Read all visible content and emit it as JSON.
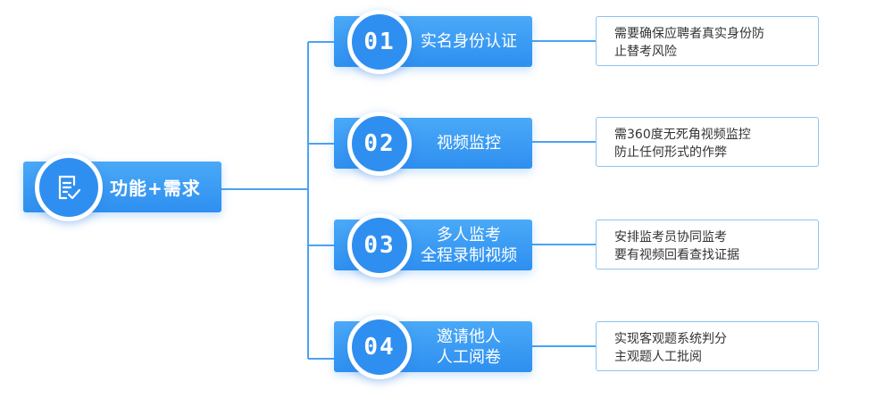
{
  "root": {
    "label": "功能+需求",
    "icon": "document-check-icon"
  },
  "colors": {
    "primary": "#2f8ff0",
    "primary_light": "#4aa9f7",
    "line": "#4aa3f3",
    "card_border": "#8dc3f2",
    "card_text": "#333333"
  },
  "steps": [
    {
      "number": "01",
      "title": [
        "实名身份认证"
      ],
      "description": [
        "需要确保应聘者真实身份防",
        "止替考风险"
      ]
    },
    {
      "number": "02",
      "title": [
        "视频监控"
      ],
      "description": [
        "需360度无死角视频监控",
        "防止任何形式的作弊"
      ]
    },
    {
      "number": "03",
      "title": [
        "多人监考",
        "全程录制视频"
      ],
      "description": [
        "安排监考员协同监考",
        "要有视频回看查找证据"
      ]
    },
    {
      "number": "04",
      "title": [
        "邀请他人",
        "人工阅卷"
      ],
      "description": [
        "实现客观题系统判分",
        "主观题人工批阅"
      ]
    }
  ]
}
